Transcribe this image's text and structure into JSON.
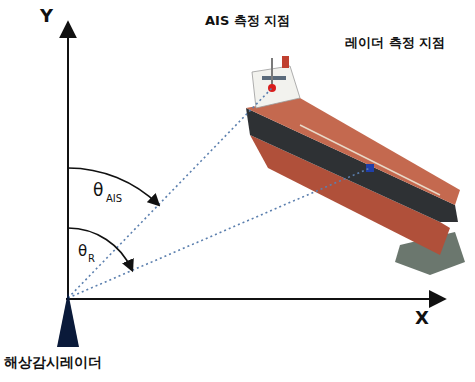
{
  "diagram": {
    "labels": [
      "Y",
      "AIS 측정 지점",
      "레이더 측정 지점",
      "θ",
      "AIS",
      "θ",
      "R",
      "X",
      "해상감시레이더"
    ]
  }
}
